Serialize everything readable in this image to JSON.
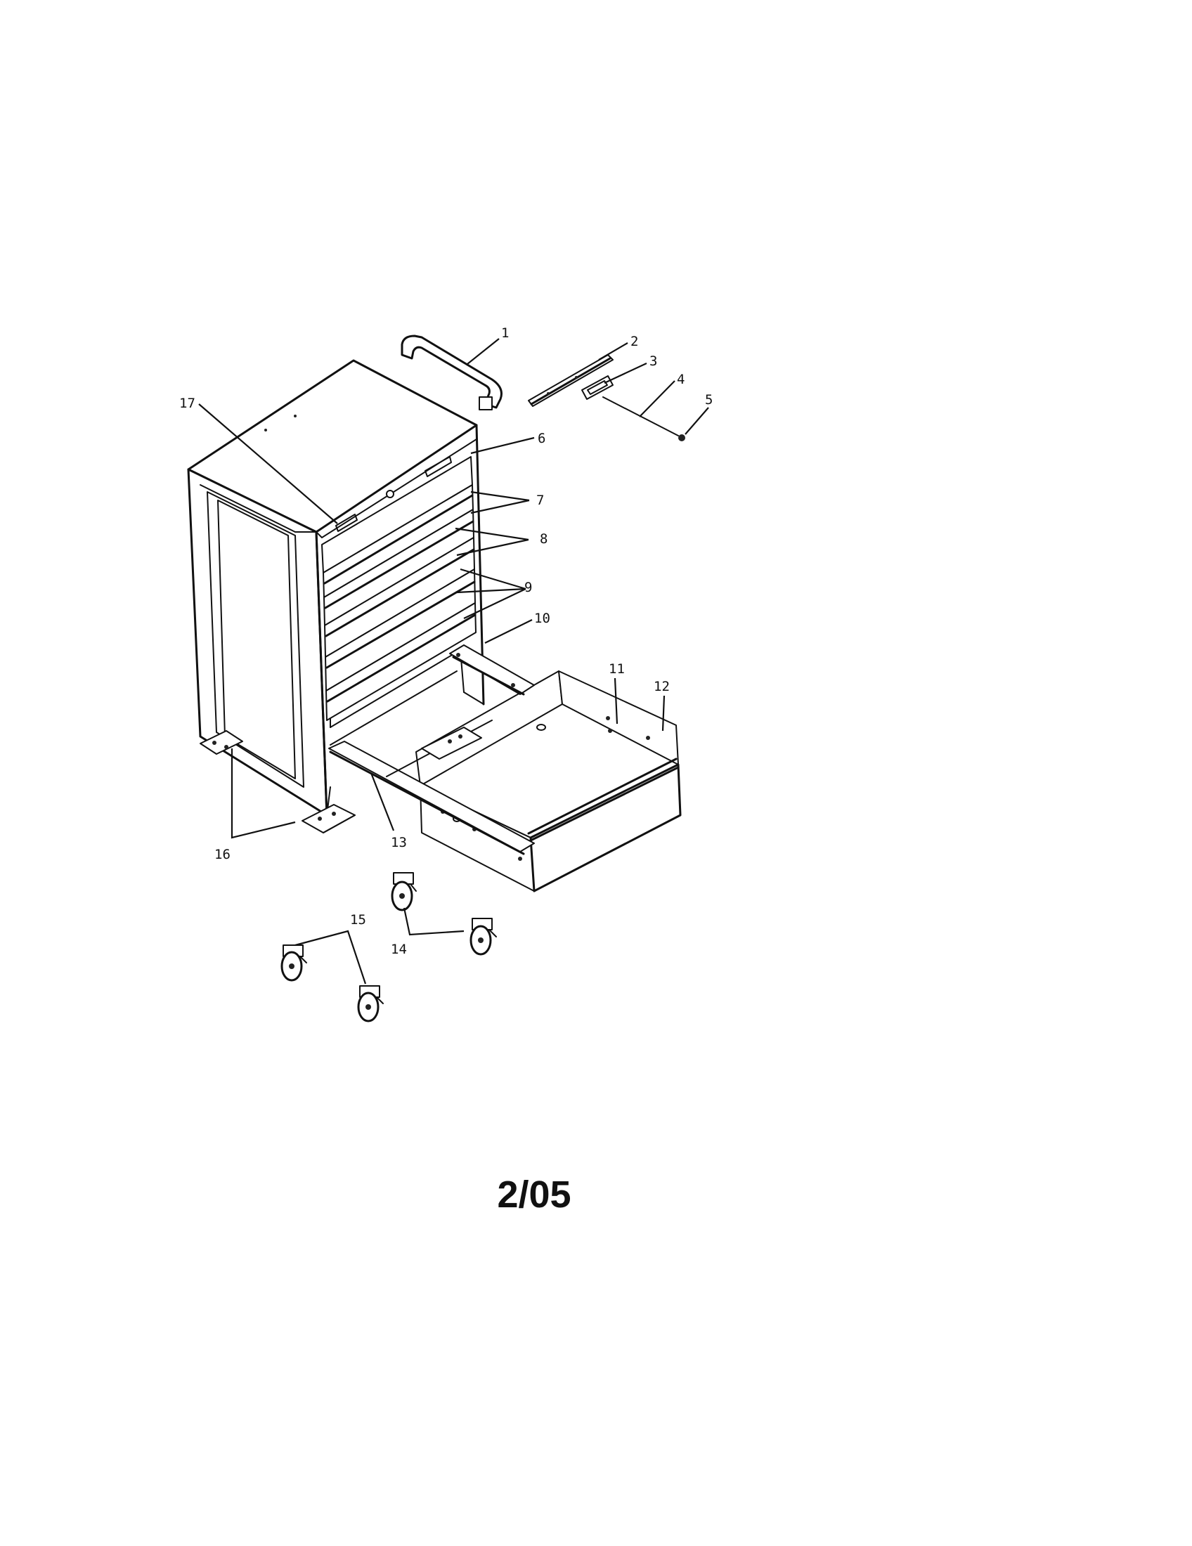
{
  "callouts": {
    "c1": "1",
    "c2": "2",
    "c3": "3",
    "c4": "4",
    "c5": "5",
    "c6": "6",
    "c7": "7",
    "c8": "8",
    "c9": "9",
    "c10": "10",
    "c11": "11",
    "c12": "12",
    "c13": "13",
    "c14": "14",
    "c15": "15",
    "c16": "16",
    "c17": "17"
  },
  "page_number": "2/05"
}
